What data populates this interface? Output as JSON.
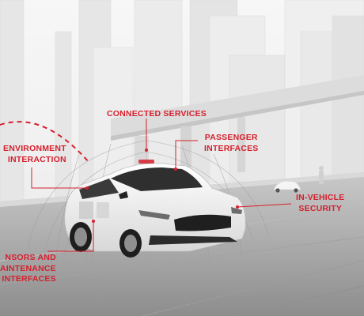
{
  "accent_color": "#d5202d",
  "labels": {
    "connected_services": "CONNECTED SERVICES",
    "environment_interaction": [
      "ENVIRONMENT",
      "INTERACTION"
    ],
    "passenger_interfaces": [
      "PASSENGER",
      "INTERFACES"
    ],
    "in_vehicle_security": [
      "IN-VEHICLE",
      "SECURITY"
    ],
    "sensors_maintenance": [
      "NSORS AND",
      "AINTENANCE",
      "INTERFACES"
    ]
  },
  "icons": {
    "car": "sedan-car-illustration",
    "background": "city-skyline-illustration"
  }
}
